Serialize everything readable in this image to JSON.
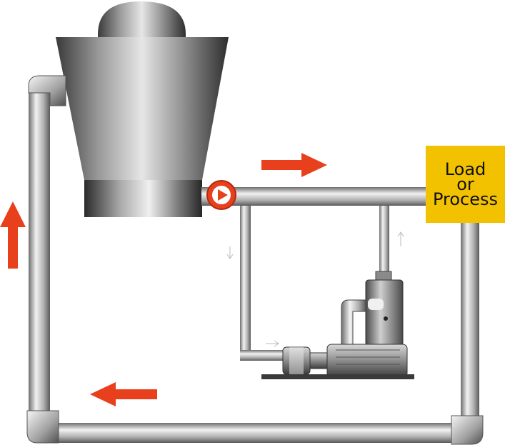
{
  "diagram": {
    "load_box": {
      "lines": [
        "Load",
        "or",
        "Process"
      ],
      "color": "#f2c200"
    },
    "arrow_color": "#e8401c",
    "pipe_color": "#b8b8b8",
    "valve_color": "#e8401c",
    "flow_arrows": [
      {
        "name": "flow-arrow-right",
        "direction": "right"
      },
      {
        "name": "flow-arrow-up",
        "direction": "up"
      },
      {
        "name": "flow-arrow-left",
        "direction": "left"
      }
    ],
    "components": [
      "cooling-tower",
      "valve",
      "pump",
      "motor",
      "load-or-process"
    ]
  }
}
